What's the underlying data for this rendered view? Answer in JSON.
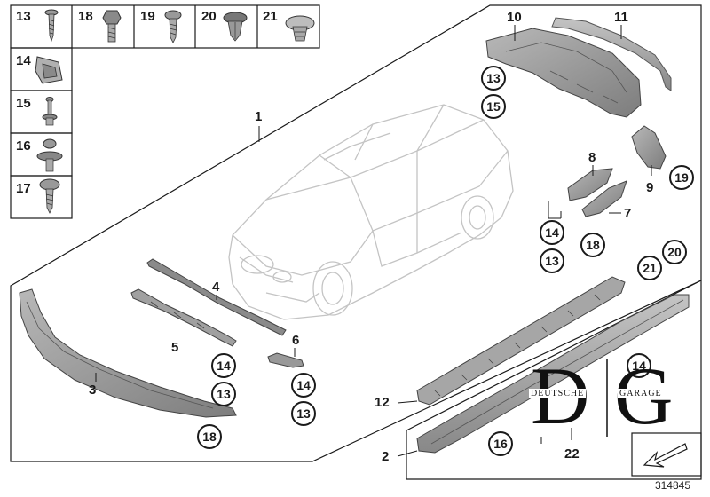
{
  "small_parts": [
    {
      "number": "13",
      "icon": "self-tapping-screw-icon"
    },
    {
      "number": "18",
      "icon": "hex-bolt-icon"
    },
    {
      "number": "19",
      "icon": "fillister-screw-icon"
    },
    {
      "number": "20",
      "icon": "expanding-rivet-icon"
    },
    {
      "number": "21",
      "icon": "plastic-clip-icon"
    },
    {
      "number": "14",
      "icon": "speed-nut-icon"
    },
    {
      "number": "15",
      "icon": "rivet-pin-icon"
    },
    {
      "number": "16",
      "icon": "collar-screw-icon"
    },
    {
      "number": "17",
      "icon": "oval-head-screw-icon"
    }
  ],
  "part_labels": {
    "p1": "1",
    "p2": "2",
    "p3": "3",
    "p4": "4",
    "p5": "5",
    "p6": "6",
    "p7": "7",
    "p8": "8",
    "p9": "9",
    "p10": "10",
    "p11": "11",
    "p12": "12",
    "p22": "22"
  },
  "circled_refs": {
    "rear_13": "13",
    "rear_15": "15",
    "rear_19": "19",
    "flap_14": "14",
    "flap_13": "13",
    "flap_18": "18",
    "side_21": "21",
    "side_20": "20",
    "strip_14": "14",
    "strip_13": "13",
    "reflector_14": "14",
    "reflector_13": "13",
    "splitter_18": "18",
    "skirt_14": "14",
    "skirt_16": "16"
  },
  "watermark": {
    "letters_left": "D",
    "letters_right": "G",
    "word_left": "DEUTSCHE",
    "word_right": "GARAGE"
  },
  "diagram_reference": "314845",
  "colors": {
    "line": "#1a1a1a",
    "part_fill": "#9c9c9c",
    "part_dark": "#6f6f6f",
    "car_outline": "#c8c8c8"
  }
}
